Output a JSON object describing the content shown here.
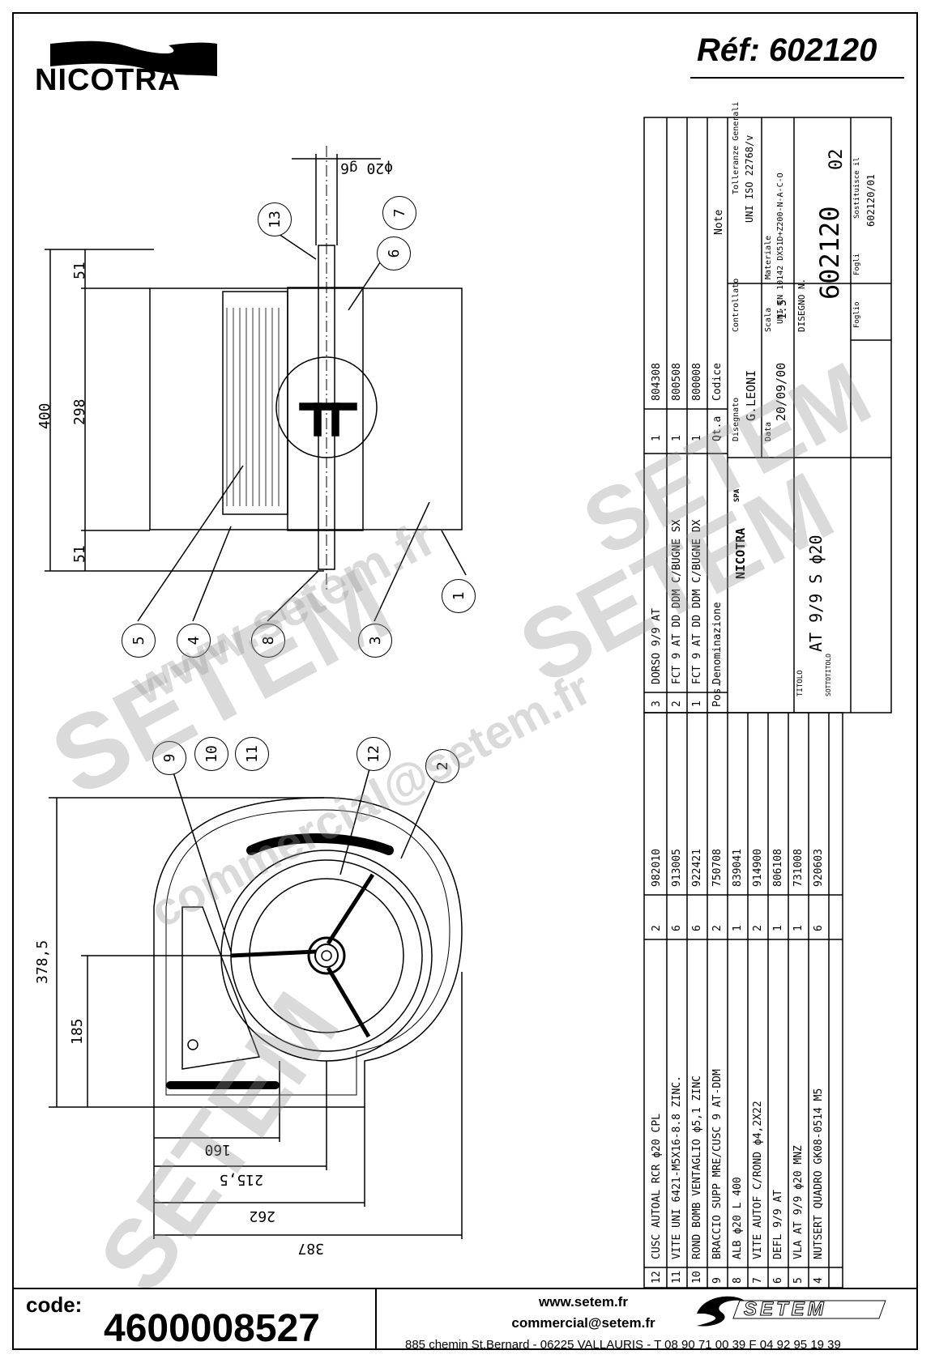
{
  "brand": {
    "name": "NICOTRA"
  },
  "reference": "Réf: 602120",
  "dimensions_top": {
    "d400": "400",
    "d298": "298",
    "d51a": "51",
    "d51b": "51",
    "shaft": "ϕ20 g6"
  },
  "dimensions_bottom": {
    "h378": "378,5",
    "h185": "185",
    "w160": "160",
    "w215": "215,5",
    "w262": "262",
    "w387": "387"
  },
  "callouts": [
    "1",
    "2",
    "3",
    "4",
    "5",
    "6",
    "7",
    "8",
    "9",
    "10",
    "11",
    "12",
    "13"
  ],
  "parts_upper": [
    {
      "pos": "3",
      "name": "DORSO 9/9 AT",
      "qty": "1",
      "code": "804308"
    },
    {
      "pos": "2",
      "name": "FCT 9 AT DD DDM C/BUGNE SX",
      "qty": "1",
      "code": "800508"
    },
    {
      "pos": "1",
      "name": "FCT 9 AT DD DDM C/BUGNE DX",
      "qty": "1",
      "code": "800008"
    },
    {
      "pos": "Pos.",
      "name": "Denominazione",
      "qty": "Qt.a",
      "code": "Codice"
    }
  ],
  "parts_lower": [
    {
      "pos": "12",
      "name": "CUSC AUTOAL RCR ϕ20 CPL",
      "qty": "2",
      "code": "982010"
    },
    {
      "pos": "11",
      "name": "VITE UNI 6421-M5X16-8.8 ZINC.",
      "qty": "6",
      "code": "913005"
    },
    {
      "pos": "10",
      "name": "ROND BOMB VENTAGLIO ϕ5,1 ZINC",
      "qty": "6",
      "code": "922421"
    },
    {
      "pos": "9",
      "name": "BRACCIO SUPP MRE/CUSC 9 AT-DDM",
      "qty": "2",
      "code": "750708"
    },
    {
      "pos": "8",
      "name": "ALB ϕ20 L 400",
      "qty": "1",
      "code": "839041"
    },
    {
      "pos": "7",
      "name": "VITE AUTOF C/ROND ϕ4,2X22",
      "qty": "2",
      "code": "914900"
    },
    {
      "pos": "6",
      "name": "DEFL 9/9 AT",
      "qty": "1",
      "code": "806108"
    },
    {
      "pos": "5",
      "name": "VLA AT 9/9 ϕ20 MNZ",
      "qty": "1",
      "code": "731008"
    },
    {
      "pos": "4",
      "name": "NUTSERT QUADRO GK08-0514 M5",
      "qty": "6",
      "code": "920603"
    }
  ],
  "title_block": {
    "note_label": "Note",
    "tolerance_label": "Tolleranze Generali",
    "tolerance_value": "UNI ISO 22768/v",
    "controllato_label": "Controllato",
    "materiale_label": "Materiale",
    "materiale_value": "UNI EN 10142 DX51D+Z200-N-A-C-O",
    "disegnato_label": "Disegnato",
    "disegnato_value": "G.LEONI",
    "scala_label": "Scala",
    "scala_value": "1:5",
    "data_label": "Data",
    "data_value": "20/09/00",
    "disegno_label": "DISEGNO N.",
    "disegno_value": "602120",
    "revision": "02",
    "foglio_label": "Foglio",
    "fogli_label": "Fogli",
    "sostituisce_label": "Sostituisce il",
    "sostituisce_value": "602120/01",
    "company": "NICOTRA",
    "company_suffix": "SPA",
    "titolo_label": "TITOLO",
    "titolo_value": "AT 9/9 S ϕ20",
    "sottotitolo_label": "SOTTOTITOLO"
  },
  "watermarks": [
    "SETEM",
    "SETEM",
    "www.setem.fr",
    "commercial@setem.fr",
    "SETEM",
    "SETEM"
  ],
  "footer": {
    "code_label": "code:",
    "code_value": "4600008527",
    "website": "www.setem.fr",
    "email": "commercial@setem.fr",
    "address": "885 chemin St.Bernard  -  06225 VALLAURIS  -  T 08 90 71 00 39   F 04 92 95 19 39",
    "logo_text": "SETEM"
  }
}
